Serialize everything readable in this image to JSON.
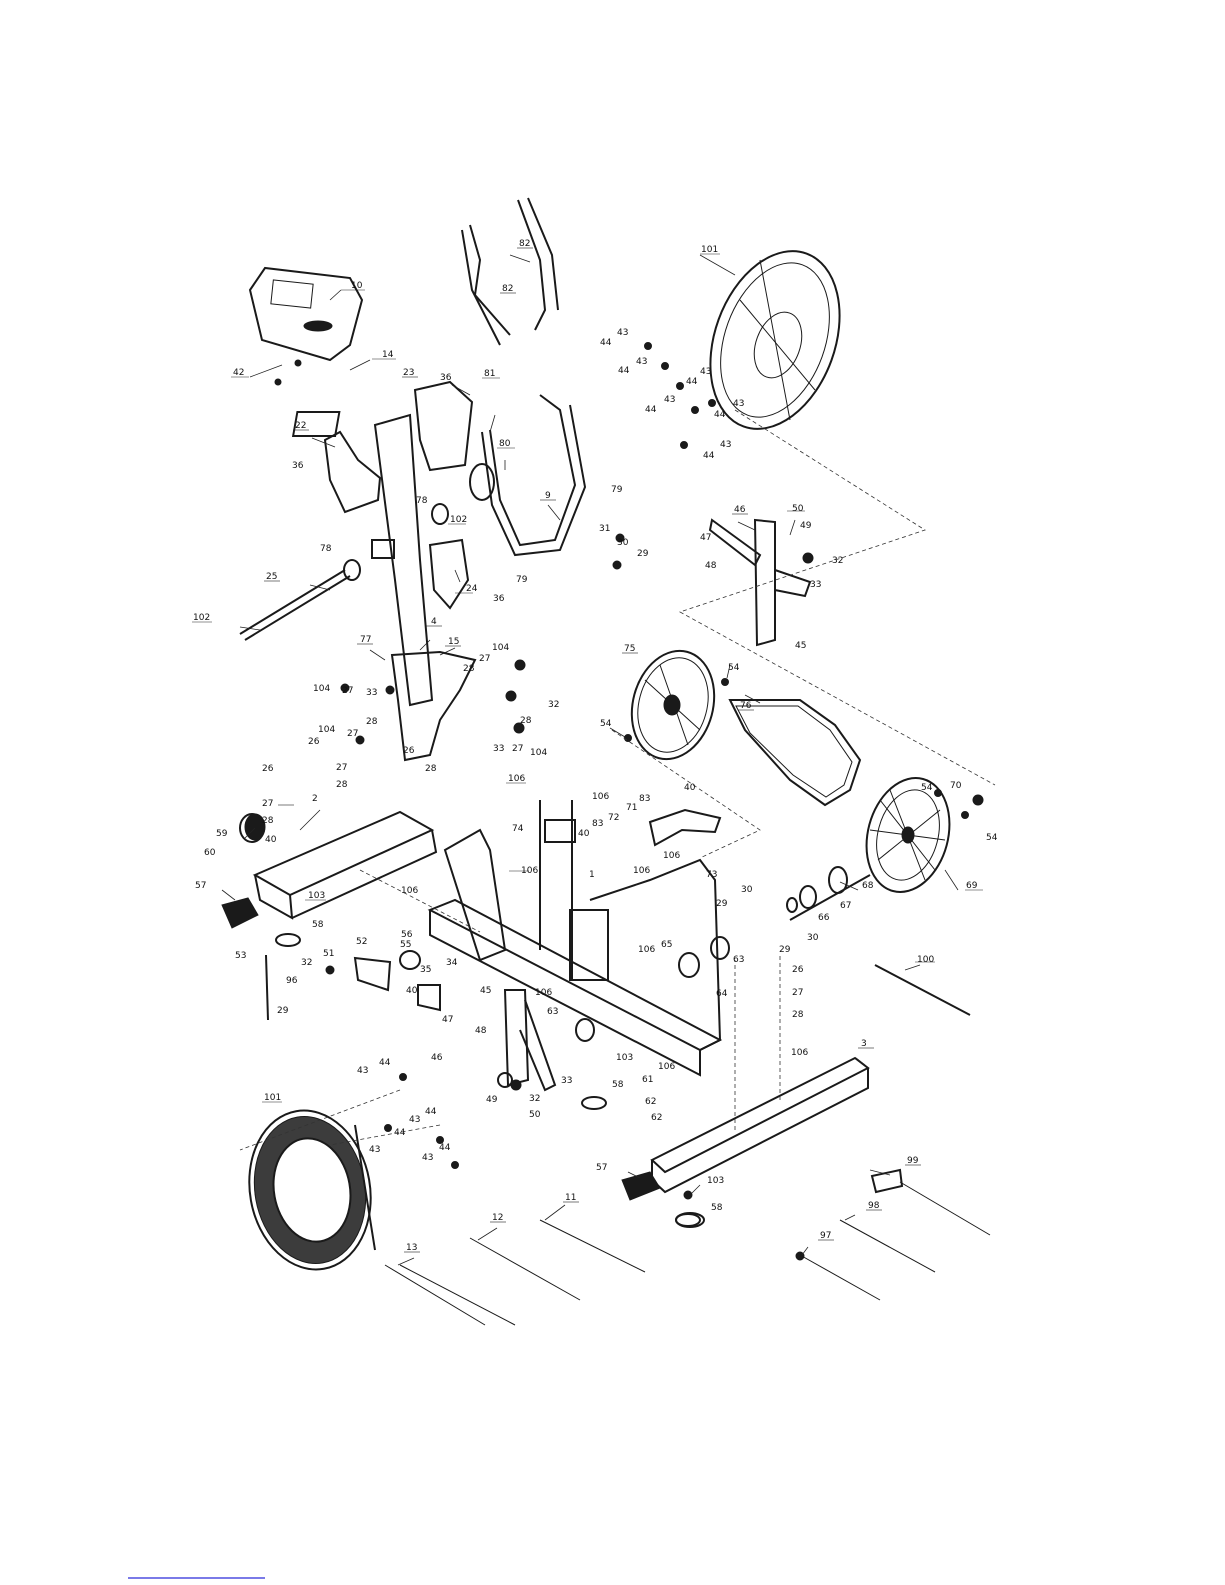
{
  "diagram": {
    "labels": [
      "10",
      "42",
      "14",
      "82",
      "101",
      "43",
      "44",
      "23",
      "36",
      "22",
      "81",
      "80",
      "79",
      "9",
      "31",
      "30",
      "29",
      "46",
      "50",
      "49",
      "47",
      "48",
      "32",
      "33",
      "45",
      "78",
      "102",
      "25",
      "24",
      "4",
      "77",
      "15",
      "27",
      "104",
      "28",
      "26",
      "75",
      "54",
      "76",
      "106",
      "83",
      "40",
      "71",
      "72",
      "74",
      "73",
      "70",
      "69",
      "68",
      "67",
      "66",
      "63",
      "64",
      "65",
      "59",
      "60",
      "2",
      "57",
      "103",
      "58",
      "53",
      "96",
      "51",
      "52",
      "56",
      "55",
      "35",
      "34",
      "61",
      "62",
      "3",
      "100",
      "99",
      "98",
      "97",
      "11",
      "12",
      "13",
      "1"
    ]
  }
}
